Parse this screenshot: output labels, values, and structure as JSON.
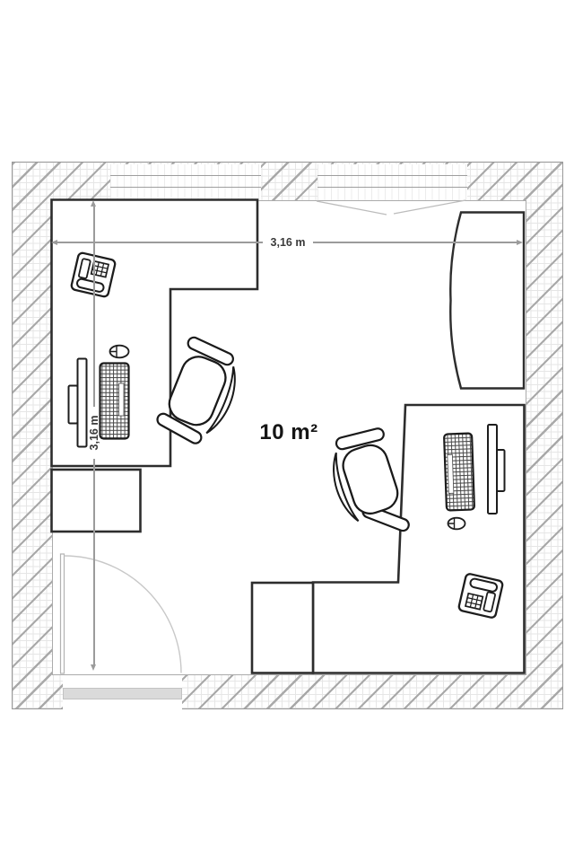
{
  "plan": {
    "area_label": "10 m²",
    "dim_horizontal_label": "3,16 m",
    "dim_vertical_label": "3,16 m"
  },
  "furniture_icons": [
    "corner-desk-left-icon",
    "corner-desk-right-icon",
    "office-chair-icon",
    "office-chair-icon",
    "drawer-cabinet-icon",
    "drawer-cabinet-icon",
    "wardrobe-cabinet-icon",
    "monitor-icon",
    "monitor-icon",
    "keyboard-icon",
    "keyboard-icon",
    "mouse-icon",
    "mouse-icon",
    "telephone-icon",
    "telephone-icon",
    "door-swing-icon",
    "window-icon",
    "window-icon"
  ],
  "colors": {
    "wall_hatch": "#a9a9a9",
    "wall_grid": "#e6e6e6",
    "furniture_outline": "#2d2d2d",
    "dimension_line": "#9b9b9b",
    "door_threshold": "#dadada",
    "area_text": "#151515"
  }
}
